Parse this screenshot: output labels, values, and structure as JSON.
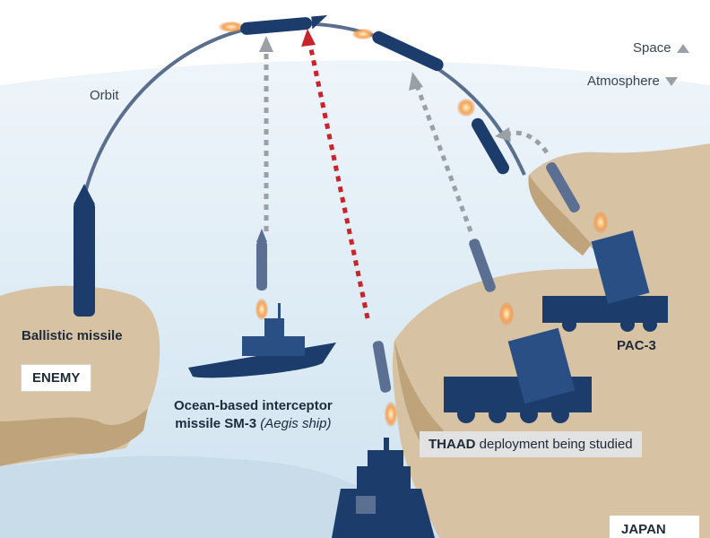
{
  "labels": {
    "orbit": "Orbit",
    "space": "Space",
    "atmosphere": "Atmosphere",
    "ballistic_missile": "Ballistic missile",
    "enemy": "ENEMY",
    "sm3_line1": "Ocean-based interceptor",
    "sm3_line2": "missile SM-3",
    "sm3_italic": "(Aegis ship)",
    "pac3": "PAC-3",
    "thaad_bold": "THAAD",
    "thaad_rest": " deployment being studied",
    "japan": "JAPAN"
  },
  "colors": {
    "missile_navy": "#1c3c6b",
    "sky_light": "#d3e6f2",
    "land_tan": "#d7c3a3",
    "interceptor_path_gray": "#9aa0a6",
    "interceptor_path_red": "#c8242a",
    "flame_orange": "#f08a3c"
  }
}
